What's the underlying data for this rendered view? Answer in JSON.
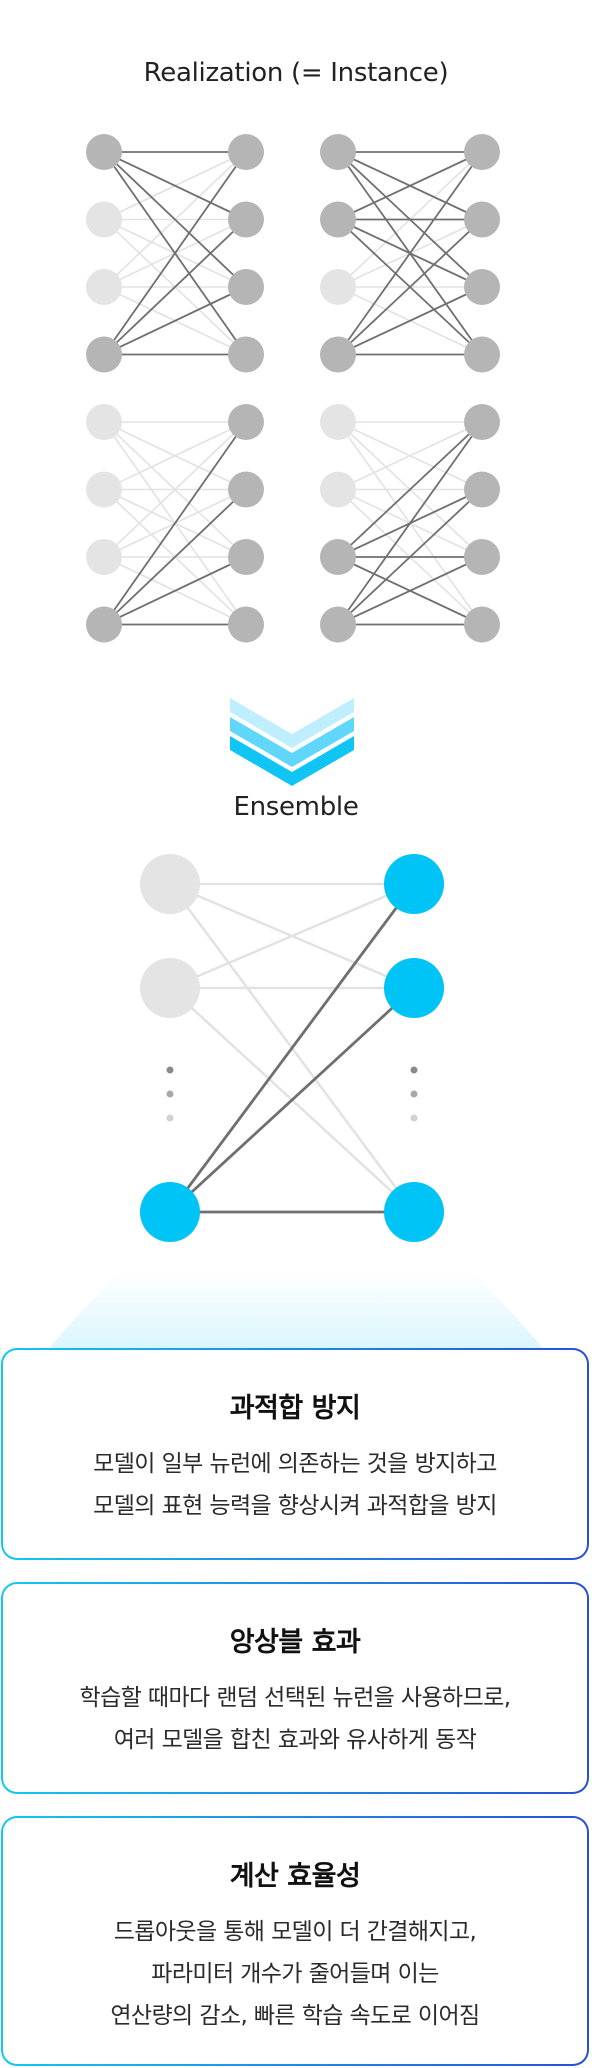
{
  "diagram": {
    "realization_title": "Realization (= Instance)",
    "ensemble_title": "Ensemble",
    "colors": {
      "active_node": "#b5b5b5",
      "inactive_node": "#e4e4e4",
      "active_edge": "#6f6f6f",
      "inactive_edge": "#e2e2e2",
      "ensemble_active": "#00c3f6",
      "card_border_start": "#12c8f0",
      "card_border_end": "#2a4fd8"
    },
    "realizations": [
      {
        "left_active": [
          true,
          false,
          false,
          true
        ],
        "right_active": [
          true,
          true,
          true,
          true
        ]
      },
      {
        "left_active": [
          true,
          true,
          false,
          true
        ],
        "right_active": [
          true,
          true,
          true,
          true
        ]
      },
      {
        "left_active": [
          false,
          false,
          false,
          true
        ],
        "right_active": [
          true,
          true,
          true,
          true
        ]
      },
      {
        "left_active": [
          false,
          false,
          true,
          true
        ],
        "right_active": [
          true,
          true,
          true,
          true
        ]
      }
    ],
    "ensemble": {
      "left_active": [
        false,
        false,
        true
      ],
      "right_active": [
        true,
        true,
        true
      ]
    }
  },
  "cards": [
    {
      "title": "과적합 방지",
      "lines": [
        "모델이 일부 뉴런에 의존하는 것을 방지하고",
        "모델의 표현 능력을 향상시켜 과적합을 방지"
      ]
    },
    {
      "title": "앙상블 효과",
      "lines": [
        "학습할 때마다 랜덤 선택된 뉴런을 사용하므로,",
        "여러 모델을 합친 효과와 유사하게 동작"
      ]
    },
    {
      "title": "계산 효율성",
      "lines": [
        "드롭아웃을 통해 모델이 더 간결해지고,",
        "파라미터 개수가 줄어들며 이는",
        "연산량의 감소, 빠른 학습 속도로 이어짐"
      ]
    }
  ]
}
